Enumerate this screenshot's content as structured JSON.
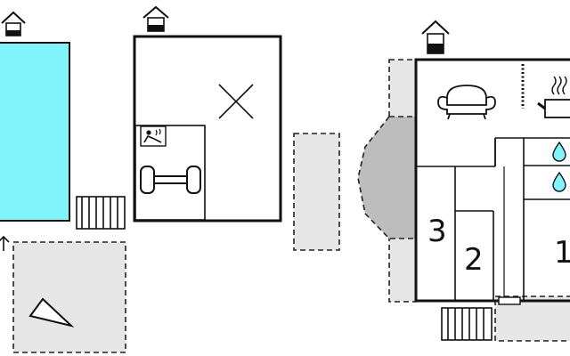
{
  "floor_plan": {
    "rooms": [
      {
        "key": "room-1",
        "label": "1"
      },
      {
        "key": "room-2",
        "label": "2"
      },
      {
        "key": "room-3",
        "label": "3"
      }
    ],
    "icons": {
      "entrance": "house-entrance-icon",
      "sauna": "sauna-icon",
      "fitness": "dumbbell-icon",
      "living": "sofa-icon",
      "kitchen": "cooking-pot-icon",
      "bathroom": "water-drop-icon",
      "fireplace": "radiator-icon"
    },
    "colors": {
      "pool": "#7ff5fb",
      "terrace": "#e6e6e6",
      "lawn": "#bdbdbd",
      "wall": "#111111"
    }
  }
}
